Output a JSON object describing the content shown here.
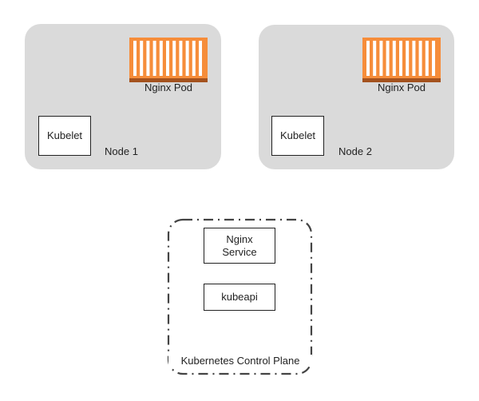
{
  "nodes": [
    {
      "label": "Node 1",
      "pod_label": "Nginx Pod",
      "kubelet_label": "Kubelet"
    },
    {
      "label": "Node 2",
      "pod_label": "Nginx Pod",
      "kubelet_label": "Kubelet"
    }
  ],
  "control_plane": {
    "label": "Kubernetes Control Plane",
    "service_label": "Nginx\nService",
    "service_line1": "Nginx",
    "service_line2": "Service",
    "api_label": "kubeapi"
  },
  "colors": {
    "node_fill": "#dadada",
    "pod_orange": "#f68d3a",
    "pod_base": "#a4521e",
    "stripe": "#ffffff",
    "border": "#222222"
  }
}
